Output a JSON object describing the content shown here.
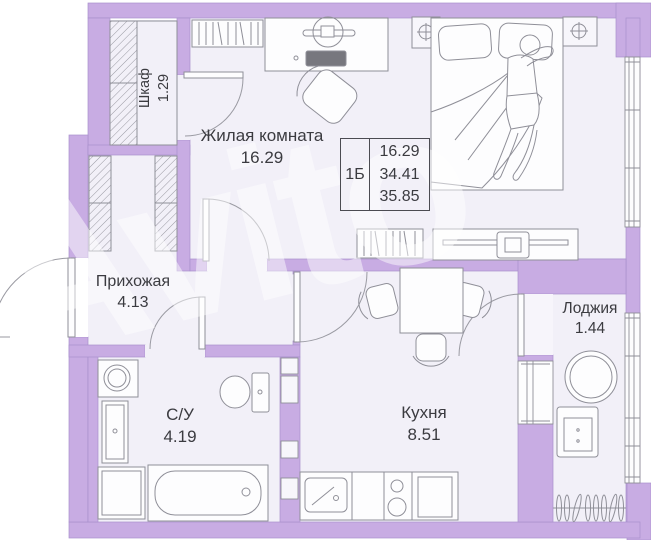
{
  "plan": {
    "watermark": "Avito",
    "rooms": [
      {
        "id": "closet",
        "name": "Шкаф",
        "area": "1.29"
      },
      {
        "id": "living",
        "name": "Жилая комната",
        "area": "16.29"
      },
      {
        "id": "hallway",
        "name": "Прихожая",
        "area": "4.13"
      },
      {
        "id": "bathroom",
        "name": "С/У",
        "area": "4.19"
      },
      {
        "id": "kitchen",
        "name": "Кухня",
        "area": "8.51"
      },
      {
        "id": "loggia",
        "name": "Лоджия",
        "area": "1.44"
      }
    ],
    "info_table": {
      "flat_type": "1Б",
      "living_area": "16.29",
      "floor_area": "34.41",
      "total_area": "35.85"
    },
    "colors": {
      "wall": "#c8ace3",
      "floor": "#f2f0f8",
      "furniture_line": "#8f8f98",
      "text": "#3b3b40"
    }
  }
}
